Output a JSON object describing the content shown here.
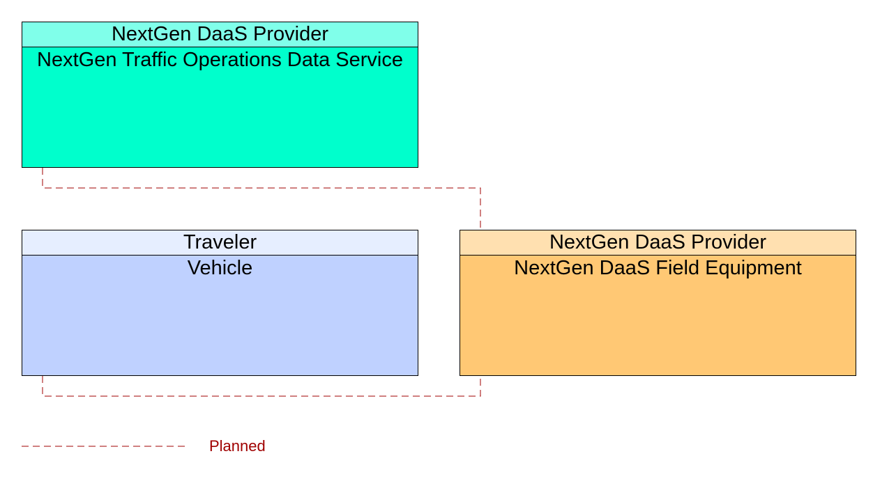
{
  "nodes": [
    {
      "id": "tods",
      "group": "NextGen DaaS Provider",
      "name": "NextGen Traffic Operations Data Service",
      "header_color": "#80FFEA",
      "body_color": "#00FFCC"
    },
    {
      "id": "vehicle",
      "group": "Traveler",
      "name": "Vehicle",
      "header_color": "#E6EEFF",
      "body_color": "#BFD1FF"
    },
    {
      "id": "field",
      "group": "NextGen DaaS Provider",
      "name": "NextGen DaaS Field Equipment",
      "header_color": "#FFE0B0",
      "body_color": "#FFC874"
    }
  ],
  "edges": [
    {
      "from": "tods",
      "to": "field",
      "status": "Planned"
    },
    {
      "from": "vehicle",
      "to": "field",
      "status": "Planned"
    }
  ],
  "legend": {
    "planned_label": "Planned",
    "planned_color": "#A00000"
  }
}
